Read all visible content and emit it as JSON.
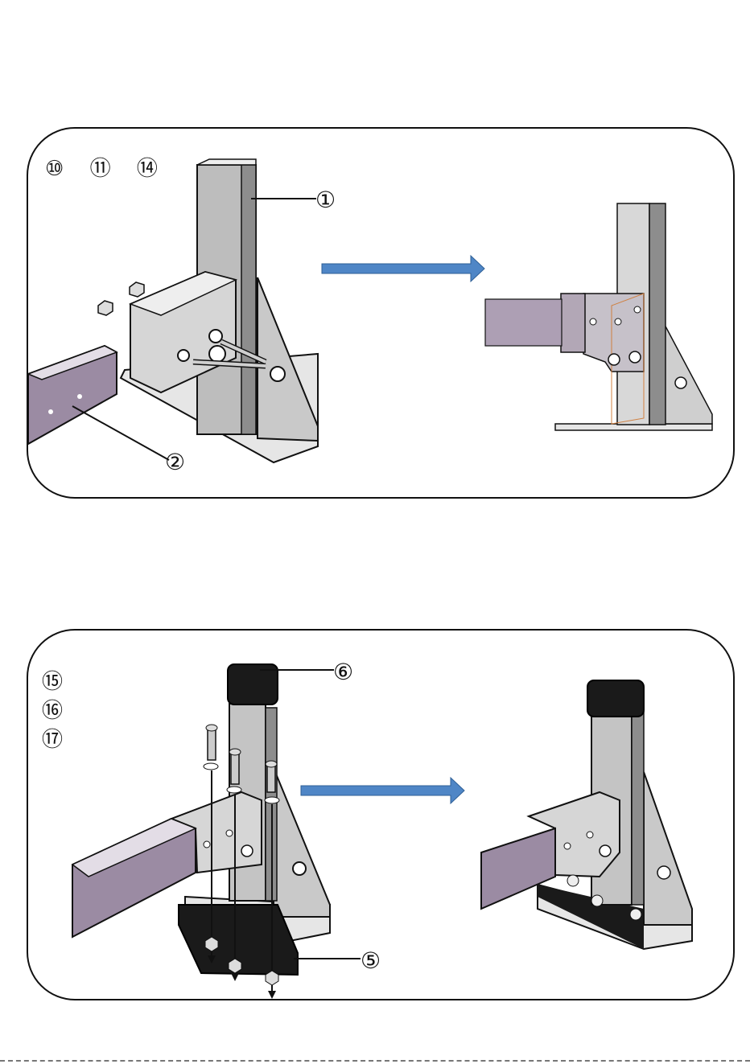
{
  "step1": {
    "parts_used": [
      "⑩",
      "⑪",
      "⑭"
    ],
    "callouts": {
      "post": "①",
      "rail": "②"
    }
  },
  "step2": {
    "parts_used": [
      "⑮",
      "⑯",
      "⑰"
    ],
    "callouts": {
      "cap": "⑥",
      "plate": "⑤"
    }
  },
  "colors": {
    "arrow_blue": "#4f86c6",
    "rail_purple": "#9b8ba3",
    "steel_light": "#d8d8d8",
    "steel_dark": "#8d8d8d",
    "rubber_black": "#1a1a1a",
    "outline": "#111111"
  },
  "icons": [
    "arrow-right-icon",
    "bolt-icon",
    "nut-icon",
    "washer-icon"
  ]
}
